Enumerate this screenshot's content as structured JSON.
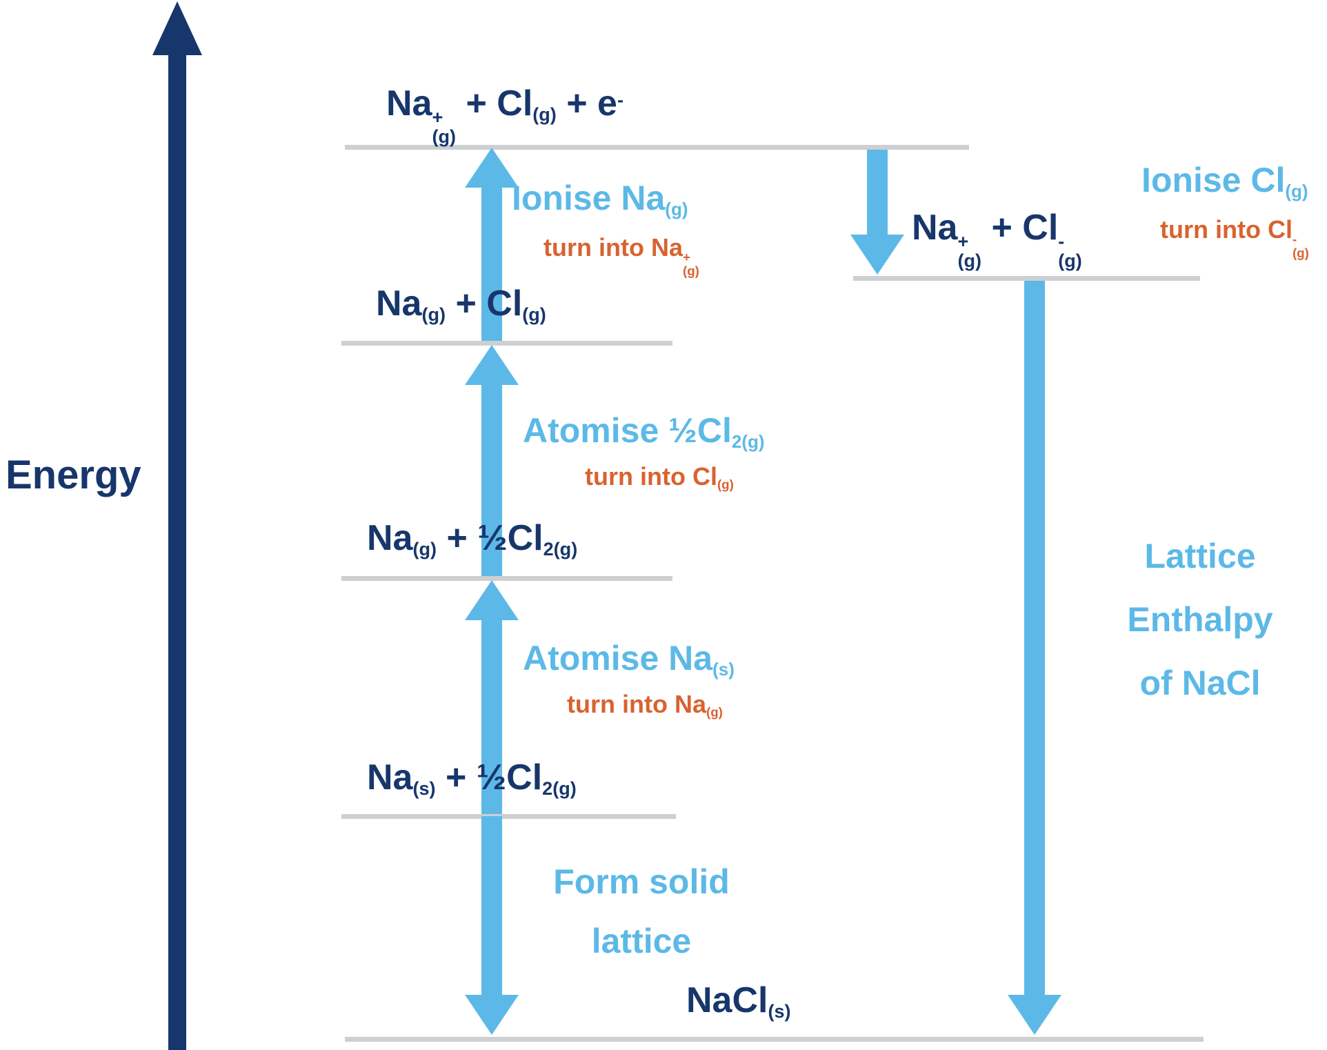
{
  "colors": {
    "navy": "#17366B",
    "light_blue": "#5CB9E7",
    "orange": "#D9622F",
    "line_gray": "#CDCFD1"
  },
  "axis": {
    "label": "Energy"
  },
  "levels": {
    "ions_gas_electron": {
      "formula": "Na^{+}_{(g)} + Cl_{(g)} + e^{-}"
    },
    "atoms_gas": {
      "formula": "Na_{(g)} + Cl_{(g)}"
    },
    "na_gas_half_cl2": {
      "formula": "Na_{(g)} + ½Cl_{2(g)}"
    },
    "na_solid_half_cl2": {
      "formula": "Na_{(s)} + ½Cl_{2(g)}"
    },
    "ion_pair_gas": {
      "formula": "Na^{+}_{(g)} + Cl^{-}_{(g)}"
    },
    "nacl_solid": {
      "formula": "NaCl_{(s)}"
    }
  },
  "steps": {
    "ionise_na": {
      "label": "Ionise Na_{(g)}",
      "note": "turn into Na^{+}_{(g)}"
    },
    "atomise_cl": {
      "label": "Atomise ½Cl_{2(g)}",
      "note": "turn into Cl_{(g)}"
    },
    "atomise_na": {
      "label": "Atomise Na_{(s)}",
      "note": "turn into Na_{(g)}"
    },
    "form_lattice": {
      "label": "Form solid\nlattice"
    },
    "ionise_cl": {
      "label": "Ionise Cl_{(g)}",
      "note": "turn into Cl^{-}_{(g)}"
    },
    "lattice_enthalpy": {
      "label": "Lattice\nEnthalpy\nof NaCl"
    }
  }
}
